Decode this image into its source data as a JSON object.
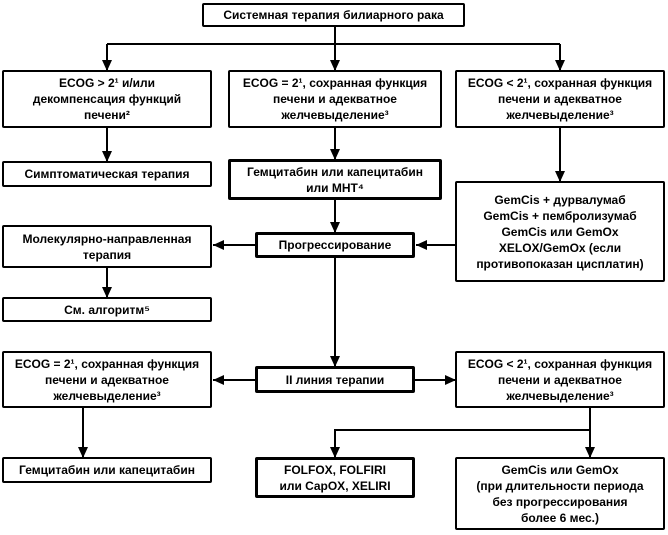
{
  "diagram_title": "Системная терапия билиарного рака",
  "colors": {
    "line": "#000000",
    "box_border": "#000000",
    "box_fill": "#ffffff",
    "text": "#000000",
    "background": "#ffffff"
  },
  "nodes": {
    "root": {
      "label": "Системная терапия билиарного рака"
    },
    "ecog_gt2": {
      "label": "ECOG > 2¹ и/или\nдекомпенсация функций\nпечени²"
    },
    "ecog_eq2": {
      "label": "ECOG = 2¹, сохранная функция\nпечени и адекватное\nжелчевыделение³"
    },
    "ecog_lt2": {
      "label": "ECOG < 2¹, сохранная функция\nпечени и адекватное\nжелчевыделение³"
    },
    "symptomatic": {
      "label": "Симптоматическая терапия"
    },
    "gem_cape_mnt": {
      "label": "Гемцитабин или капецитабин\nили МНТ⁴"
    },
    "gemcis_regimens": {
      "label": "GemCis + дурвалумаб\nGemCis + пембролизумаб\nGemCis или GemOx\nXELOX/GemOx (если\nпротивопоказан цисплатин)"
    },
    "molecular_targeted": {
      "label": "Молекулярно-направленная\nтерапия"
    },
    "progression": {
      "label": "Прогрессирование"
    },
    "see_algorithm": {
      "label": "См. алгоритм⁵"
    },
    "second_line": {
      "label": "II линия терапии"
    },
    "ecog_eq2_2line": {
      "label": "ECOG = 2¹, сохранная функция\nпечени и адекватное\nжелчевыделение³"
    },
    "ecog_lt2_2line": {
      "label": "ECOG < 2¹, сохранная функция\nпечени и адекватное\nжелчевыделение³"
    },
    "gem_or_cape": {
      "label": "Гемцитабин или капецитабин"
    },
    "folfox": {
      "label": "FOLFOX, FOLFIRI\nили CapOX, XELIRI"
    },
    "gemcis_rechallenge": {
      "label": "GemCis или GemOx\n(при длительности периода\nбез прогрессирования\nболее 6 мес.)"
    }
  },
  "edges": [
    {
      "from": "root",
      "to": "ecog_gt2"
    },
    {
      "from": "root",
      "to": "ecog_eq2"
    },
    {
      "from": "root",
      "to": "ecog_lt2"
    },
    {
      "from": "ecog_gt2",
      "to": "symptomatic"
    },
    {
      "from": "ecog_eq2",
      "to": "gem_cape_mnt"
    },
    {
      "from": "ecog_lt2",
      "to": "gemcis_regimens"
    },
    {
      "from": "gem_cape_mnt",
      "to": "progression"
    },
    {
      "from": "gemcis_regimens",
      "to": "progression"
    },
    {
      "from": "progression",
      "to": "molecular_targeted"
    },
    {
      "from": "molecular_targeted",
      "to": "see_algorithm"
    },
    {
      "from": "progression",
      "to": "second_line"
    },
    {
      "from": "second_line",
      "to": "ecog_eq2_2line"
    },
    {
      "from": "second_line",
      "to": "ecog_lt2_2line"
    },
    {
      "from": "ecog_eq2_2line",
      "to": "gem_or_cape"
    },
    {
      "from": "ecog_lt2_2line",
      "to": "folfox"
    },
    {
      "from": "ecog_lt2_2line",
      "to": "gemcis_rechallenge"
    }
  ]
}
